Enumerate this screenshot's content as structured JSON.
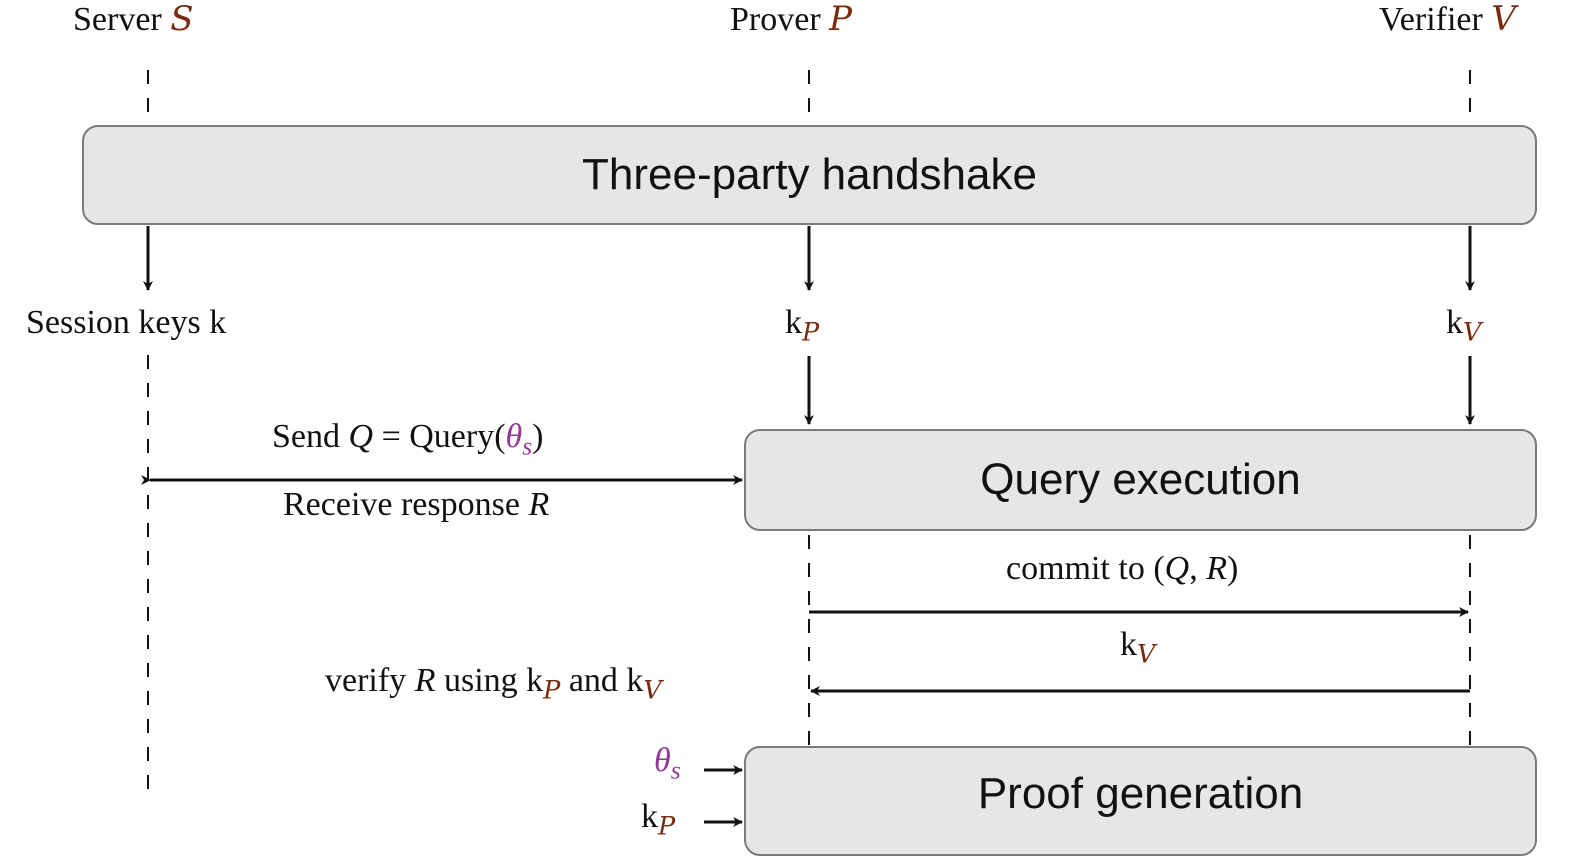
{
  "colors": {
    "party": "#7a2a0e",
    "theta": "#8e3b97",
    "box_fill": "#e6e6e6",
    "box_border": "#7a7a7a"
  },
  "parties": {
    "server": {
      "name": "Server",
      "symbol": "S"
    },
    "prover": {
      "name": "Prover",
      "symbol": "P"
    },
    "verifier": {
      "name": "Verifier",
      "symbol": "V"
    }
  },
  "boxes": {
    "handshake": "Three-party handshake",
    "query": "Query execution",
    "proof": "Proof generation"
  },
  "labels": {
    "session_keys": "Session keys k",
    "k": "k",
    "send_prefix": "Send",
    "send_Q": "Q",
    "send_eq": "= Query(",
    "theta": "θ",
    "theta_sub": "s",
    "send_close": ")",
    "receive_prefix": "Receive response",
    "R": "R",
    "commit": "commit to (",
    "commit_Q": "Q",
    "commit_comma": ", ",
    "commit_R": "R",
    "commit_close": ")",
    "verify_prefix": "verify",
    "verify_using": "using",
    "verify_and": "and"
  }
}
